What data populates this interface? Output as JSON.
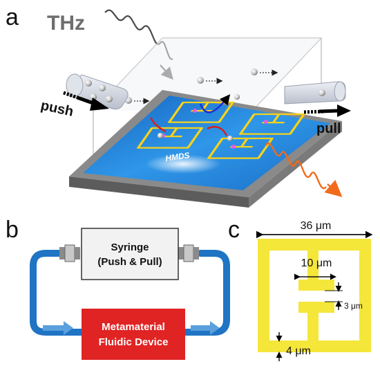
{
  "panel_a": {
    "label": "a",
    "thz_label": "THz",
    "push_label": "push",
    "pull_label": "pull",
    "substrate_label": "HMDS"
  },
  "panel_b": {
    "label": "b",
    "syringe_line1": "Syringe",
    "syringe_line2": "(Push & Pull)",
    "device_line1": "Metamaterial",
    "device_line2": "Fluidic Device",
    "colors": {
      "tube": "#1f74c4",
      "device": "#e02424",
      "arrow": "#5aa0dc"
    }
  },
  "panel_c": {
    "label": "c",
    "width_label": "36 μm",
    "gap_label": "10 μm",
    "small_gap_label": "3 μm",
    "line_width_label": "4 μm",
    "colors": {
      "resonator": "#f5e63a"
    }
  }
}
